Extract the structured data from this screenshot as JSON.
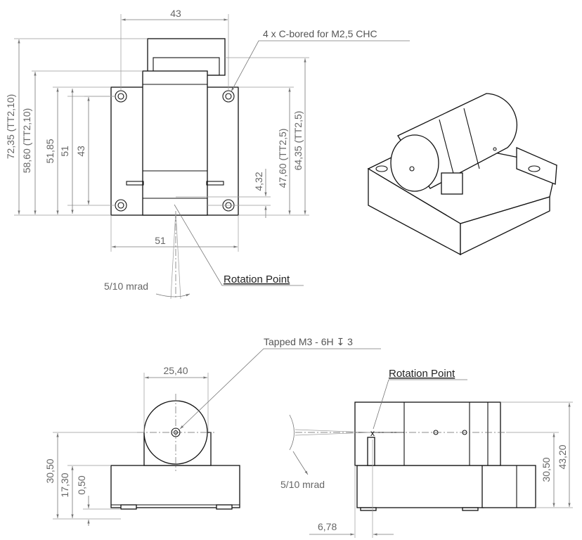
{
  "top_view": {
    "dim_top_width": "43",
    "dim_bottom_width": "51",
    "dim_overall_height_tt": "72,35 (TT2,10)",
    "dim_block_height_tt": "58,60 (TT2,10)",
    "dim_51_85": "51,85",
    "dim_51": "51",
    "dim_43": "43",
    "dim_4_32": "4,32",
    "dim_47_60": "47,60 (TT2,5)",
    "dim_64_35": "64,35 (TT2,5)",
    "holes_note": "4 x C-bored for M2,5 CHC",
    "rotation_label": "Rotation Point",
    "mrad_label": "5/10 mrad"
  },
  "front_view": {
    "tapped_note": "Tapped M3 - 6H ↧ 3",
    "dim_25_40": "25,40",
    "dim_30_50": "30,50",
    "dim_17_30": "17,30",
    "dim_0_50": "0,50"
  },
  "side_view": {
    "rotation_label": "Rotation Point",
    "mrad_label": "5/10 mrad",
    "dim_30_50": "30,50",
    "dim_43_20": "43,20",
    "dim_6_78": "6,78"
  }
}
